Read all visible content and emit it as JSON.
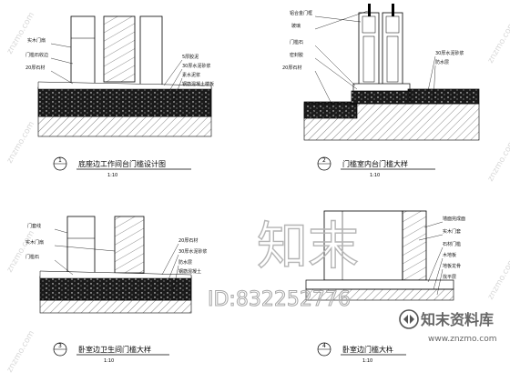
{
  "watermark": {
    "side_text": "znzmo.com",
    "logo_text": "知末",
    "id_text": "ID:832252776",
    "brand_cn": "知末资料库",
    "url": "www.znzmo.com"
  },
  "details": [
    {
      "number": "1",
      "title": "底座边工作间台门槛设计图",
      "scale": "1:10",
      "labels": [
        "实木门扇",
        "门槛石收边",
        "20厚石材",
        "5厚胶泥",
        "30厚水泥砂浆",
        "素水泥浆",
        "钢筋混凝土楼板"
      ]
    },
    {
      "number": "2",
      "title": "门槛室内台门槛大样",
      "scale": "1:10",
      "labels": [
        "铝合金门框",
        "玻璃",
        "门槛石",
        "密封胶",
        "20厚石材",
        "30厚水泥砂浆",
        "防水层"
      ]
    },
    {
      "number": "3",
      "title": "卧室边卫生间门槛大样",
      "scale": "1:10",
      "labels": [
        "门套线",
        "实木门扇",
        "门槛石",
        "20厚石材",
        "30厚水泥砂浆",
        "防水层",
        "钢筋混凝土"
      ]
    },
    {
      "number": "4",
      "title": "卧室边门槛大样",
      "scale": "1:10",
      "labels": [
        "墙面完成面",
        "实木门套",
        "石材门槛",
        "木地板",
        "地板龙骨",
        "找平层"
      ]
    }
  ]
}
